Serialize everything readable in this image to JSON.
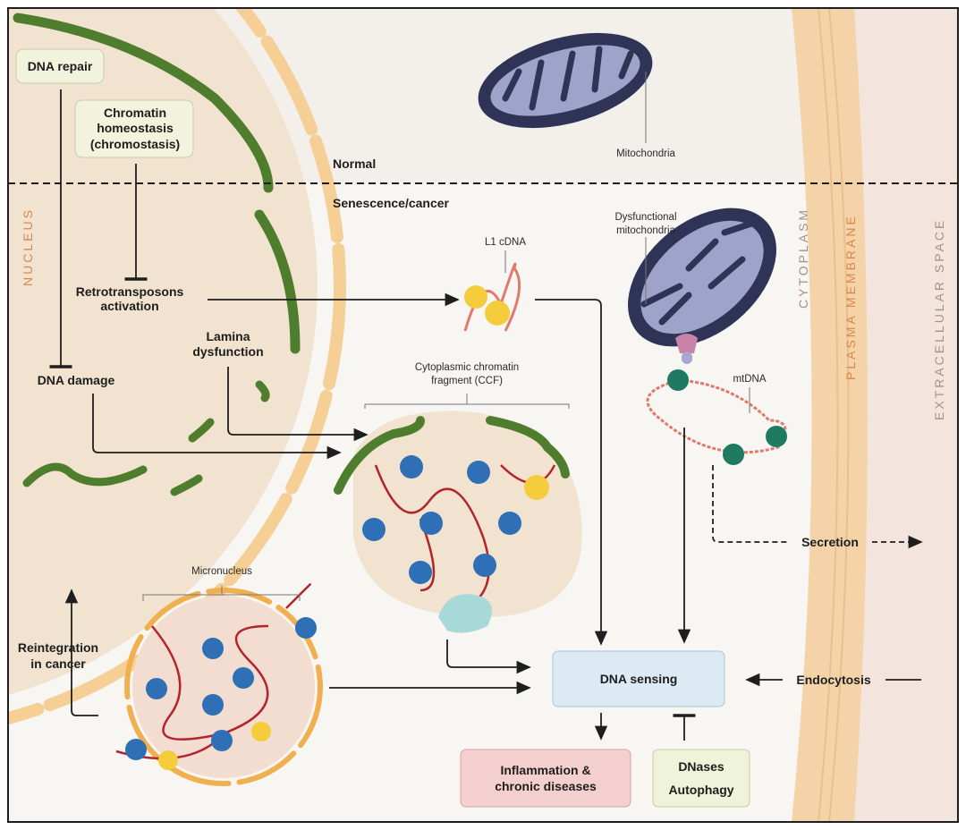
{
  "regions": {
    "normal": "Normal",
    "senescence": "Senescence/cancer",
    "nucleus": "NUCLEUS",
    "cytoplasm": "CYTOPLASM",
    "plasma_membrane": "PLASMA MEMBRANE",
    "extracellular": "EXTRACELLULAR SPACE"
  },
  "boxes": {
    "dna_repair": "DNA repair",
    "chromatin": [
      "Chromatin",
      "homeostasis",
      "(chromostasis)"
    ],
    "dna_sensing": "DNA sensing",
    "inflammation": [
      "Inflammation &",
      "chronic diseases"
    ],
    "dnases": [
      "DNases",
      "Autophagy"
    ]
  },
  "labels": {
    "retro": [
      "Retrotransposons",
      "activation"
    ],
    "lamina": [
      "Lamina",
      "dysfunction"
    ],
    "dna_damage": "DNA damage",
    "reintegration": [
      "Reintegration",
      "in cancer"
    ],
    "mitochondria": "Mitochondria",
    "dys_mito": [
      "Dysfunctional",
      "mitochondria"
    ],
    "l1": "L1 cDNA",
    "ccf": [
      "Cytoplasmic chromatin",
      "fragment (CCF)"
    ],
    "mtdna": "mtDNA",
    "micronucleus": "Micronucleus",
    "secretion": "Secretion",
    "endocytosis": "Endocytosis"
  },
  "colors": {
    "nucleus": "#f1e3d0",
    "lamina": "#4f7d2e",
    "envelope": "#f6cf96",
    "mitochondria": "#2f3457",
    "cristae": "#9fa3c9",
    "dna_sensing": "#dcebf3",
    "inflammation": "#f4cfcf",
    "dnases": "#eef3da",
    "label_orange": "#d9874a"
  }
}
